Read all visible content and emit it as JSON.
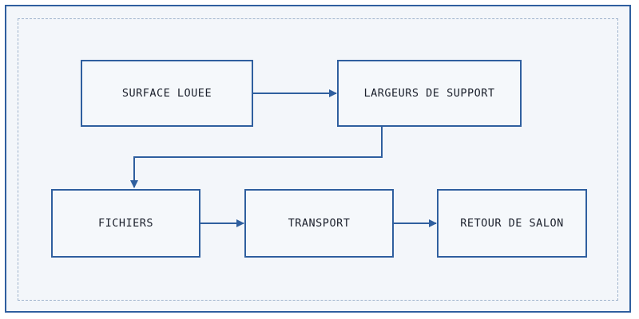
{
  "diagram": {
    "nodes": {
      "surface_louee": "SURFACE LOUEE",
      "largeurs_support": "LARGEURS DE SUPPORT",
      "fichiers": "FICHIERS",
      "transport": "TRANSPORT",
      "retour_salon": "RETOUR DE SALON"
    },
    "colors": {
      "stroke": "#2f5f9f",
      "background": "#f3f6fa",
      "dash": "#9fb3cc"
    },
    "edges": [
      {
        "from": "SURFACE LOUEE",
        "to": "LARGEURS DE SUPPORT"
      },
      {
        "from": "LARGEURS DE SUPPORT",
        "to": "FICHIERS"
      },
      {
        "from": "FICHIERS",
        "to": "TRANSPORT"
      },
      {
        "from": "TRANSPORT",
        "to": "RETOUR DE SALON"
      }
    ]
  }
}
